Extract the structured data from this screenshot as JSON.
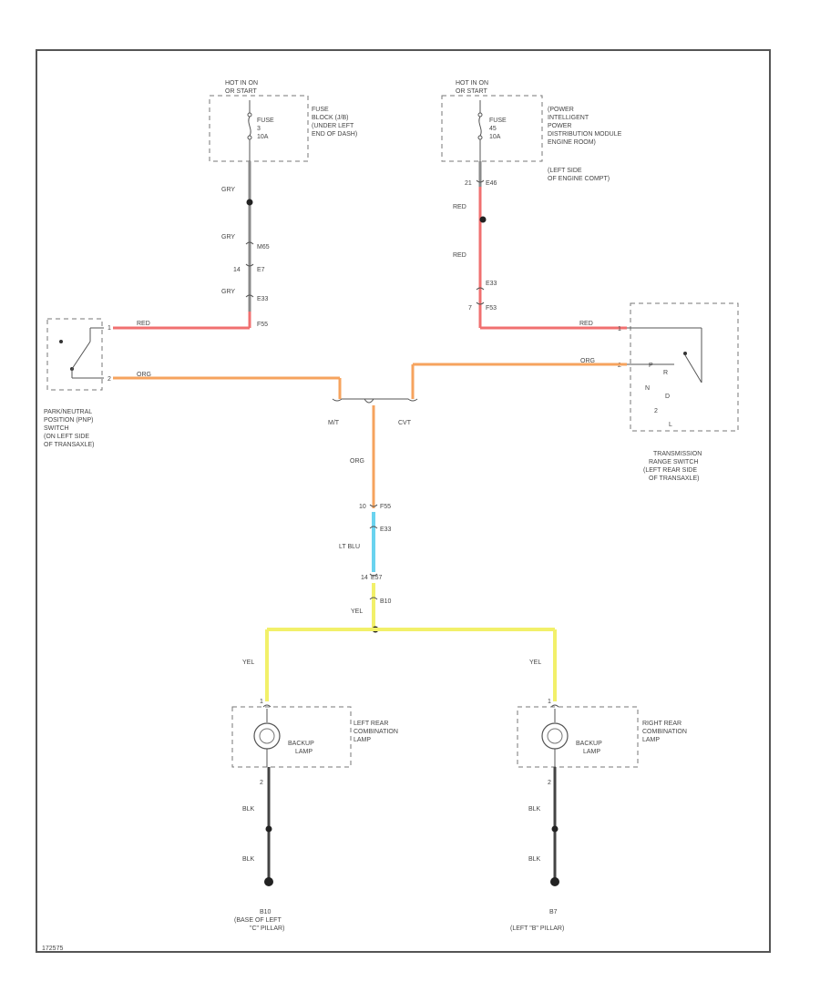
{
  "fuse_left": {
    "hot": [
      "HOT IN ON",
      "OR START"
    ],
    "fuse": [
      "FUSE",
      "3",
      "10A"
    ],
    "location": [
      "FUSE",
      "BLOCK (J/B)",
      "(UNDER LEFT",
      "END OF DASH)"
    ]
  },
  "fuse_right": {
    "hot": [
      "HOT IN ON",
      "OR START"
    ],
    "fuse": [
      "FUSE",
      "45",
      "10A"
    ],
    "location": [
      "(POWER",
      "INTELLIGENT",
      "POWER",
      "DISTRIBUTION MODULE",
      "ENGINE ROOM)",
      "(LEFT SIDE",
      "OF ENGINE COMPT)"
    ]
  },
  "wires_left": {
    "gry1": "GRY",
    "gry2": "GRY",
    "m65": "M65",
    "pin14": "14",
    "e7": "E7",
    "gry3": "GRY",
    "e33": "E33",
    "f55": "F55",
    "red": "RED",
    "org": "ORG"
  },
  "wires_right": {
    "pin21": "21",
    "e46": "E46",
    "red1": "RED",
    "red2": "RED",
    "e33": "E33",
    "pin7": "7",
    "f53": "F53",
    "red3": "RED",
    "org": "ORG"
  },
  "pnp_switch": {
    "pins": [
      "1",
      "2"
    ],
    "label": [
      "PARK/NEUTRAL",
      "POSITION (PNP)",
      "SWITCH",
      "(ON LEFT SIDE",
      "OF TRANSAXLE)"
    ]
  },
  "trs_switch": {
    "pins": [
      "1",
      "2"
    ],
    "letters": [
      "P",
      "R",
      "N",
      "D",
      "2",
      "L"
    ],
    "label": [
      "TRANSMISSION",
      "RANGE SWITCH",
      "(LEFT REAR SIDE",
      "OF TRANSAXLE)"
    ]
  },
  "center": {
    "mt": "M/T",
    "cvt": "CVT",
    "org": "ORG",
    "f55": "F55",
    "pin10": "10",
    "e33": "E33",
    "ltblu": "LT BLU",
    "e57": "E57",
    "pin14": "14",
    "b10": "B10",
    "yel": "YEL"
  },
  "lamp_left": {
    "yel": "YEL",
    "pin1": "1",
    "lamp": [
      "BACKUP",
      "LAMP"
    ],
    "name": [
      "LEFT REAR",
      "COMBINATION",
      "LAMP"
    ],
    "pin2": "2",
    "blk1": "BLK",
    "blk2": "BLK",
    "ground": [
      "B10",
      "(BASE OF LEFT",
      "\"C\" PILLAR)"
    ]
  },
  "lamp_right": {
    "yel": "YEL",
    "pin1": "1",
    "lamp": [
      "BACKUP",
      "LAMP"
    ],
    "name": [
      "RIGHT REAR",
      "COMBINATION",
      "LAMP"
    ],
    "pin2": "2",
    "blk1": "BLK",
    "blk2": "BLK",
    "ground": [
      "B7",
      "(LEFT \"B\" PILLAR)"
    ]
  },
  "footer": {
    "code": "172575"
  }
}
